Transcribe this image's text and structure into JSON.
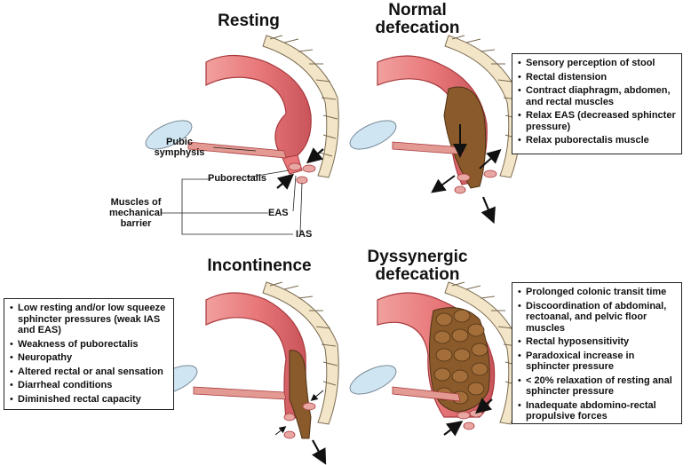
{
  "panels": {
    "resting": {
      "title": "Resting"
    },
    "normal": {
      "title_line1": "Normal",
      "title_line2": "defecation"
    },
    "incontinence": {
      "title": "Incontinence"
    },
    "dyssynergic": {
      "title_line1": "Dyssynergic",
      "title_line2": "defecation"
    }
  },
  "labels": {
    "pubic_symphysis_1": "Pubic",
    "pubic_symphysis_2": "symphysis",
    "puborectalis": "Puborectalis",
    "muscles_1": "Muscles of",
    "muscles_2": "mechanical",
    "muscles_3": "barrier",
    "eas": "EAS",
    "ias": "IAS"
  },
  "normal_box": [
    "Sensory perception of stool",
    "Rectal distension",
    "Contract diaphragm, abdomen, and rectal muscles",
    "Relax EAS (decreased sphincter pressure)",
    "Relax puborectalis muscle"
  ],
  "incontinence_box": [
    "Low resting and/or low squeeze sphincter pressures (weak IAS and EAS)",
    "Weakness of puborectalis",
    "Neuropathy",
    "Altered rectal or anal sensation",
    "Diarrheal conditions",
    "Diminished rectal capacity"
  ],
  "dyssynergic_box": [
    "Prolonged colonic transit time",
    "Discoordination of abdominal, rectoanal, and pelvic floor muscles",
    "Rectal hyposensitivity",
    "Paradoxical increase in sphincter pressure",
    "< 20% relaxation of resting anal sphincter pressure",
    "Inadequate abdomino-rectal propulsive forces"
  ],
  "colors": {
    "colon": "#e8787a",
    "colon_dark": "#c4494d",
    "stool": "#8a5a2b",
    "bone": "#f3e6c8",
    "bladder": "#cfe6f2"
  }
}
